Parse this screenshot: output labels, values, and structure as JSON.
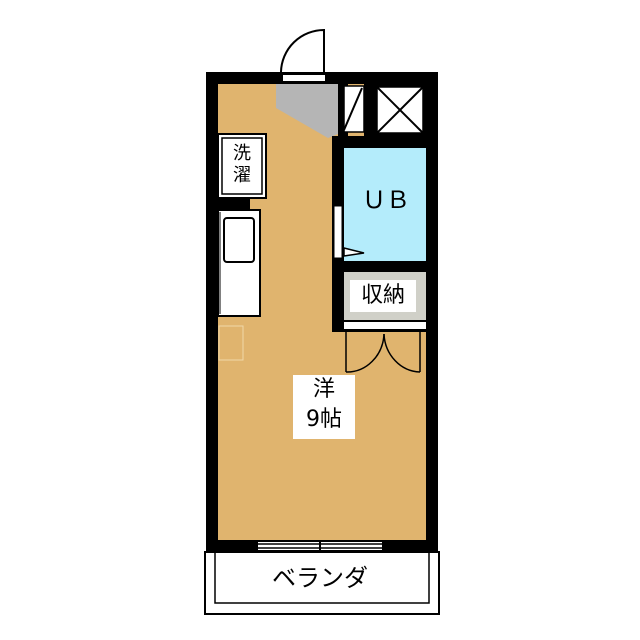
{
  "floorplan": {
    "rooms": {
      "western_room": {
        "name": "洋",
        "size": "9帖"
      },
      "unit_bath": {
        "name": "ＵＢ"
      },
      "closet": {
        "name": "収納"
      },
      "laundry": {
        "name": "洗\n濯",
        "line1": "洗",
        "line2": "濯"
      },
      "veranda": {
        "name": "ベランダ"
      }
    },
    "colors": {
      "floor": "#e0b46e",
      "entrance": "#b5b5b5",
      "bath": "#b4ecfb",
      "closet": "#d0d0c8",
      "wall": "#000000",
      "label_bg": "#ffffff"
    }
  }
}
